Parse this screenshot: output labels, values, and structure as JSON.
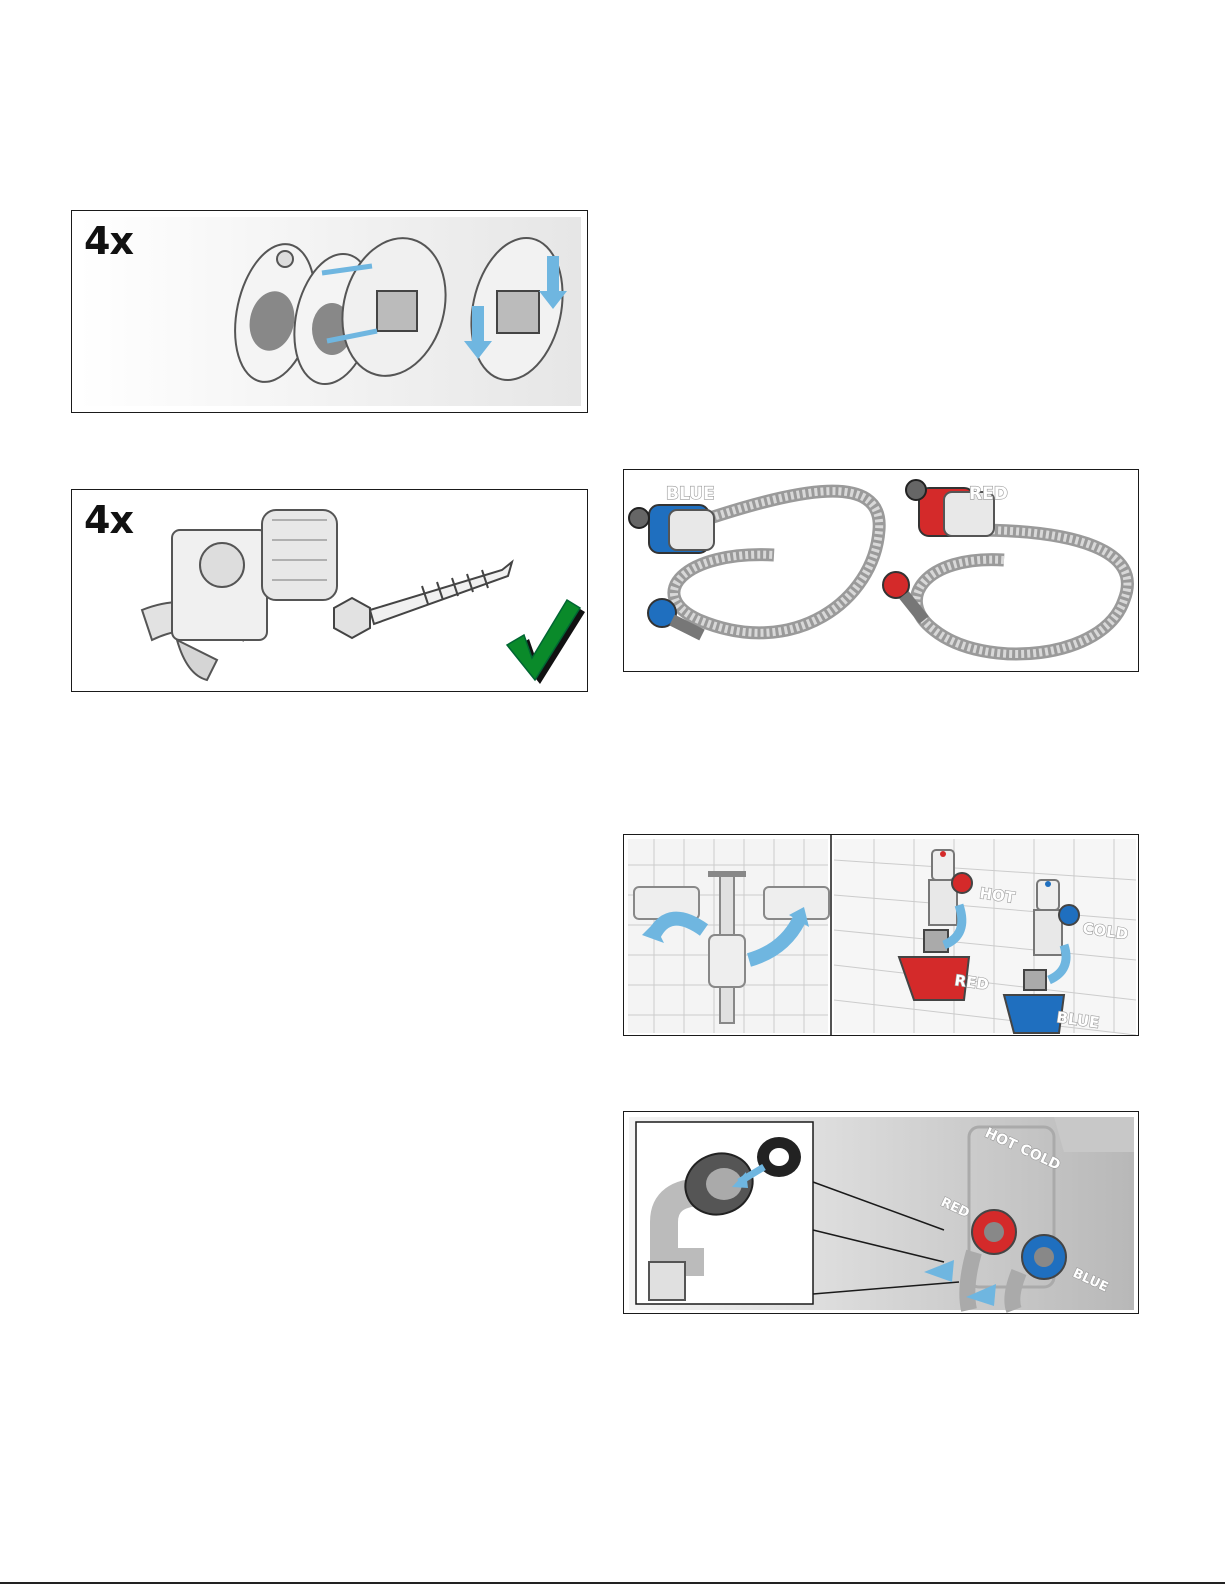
{
  "panels": {
    "wall_plates": {
      "count_label": "4x"
    },
    "fixings": {
      "count_label": "4x",
      "check_icon": "checkmark-icon",
      "check_color": "#0a8a2a"
    },
    "hoses": {
      "blue_label": "BLUE",
      "red_label": "RED"
    },
    "taps": {
      "hot_label": "HOT",
      "cold_label": "COLD",
      "red_label": "RED",
      "blue_label": "BLUE"
    },
    "machine_inlet": {
      "hot_label": "HOT",
      "cold_label": "COLD",
      "red_label": "RED",
      "blue_label": "BLUE"
    }
  },
  "colors": {
    "arrow": "#6fb6e0",
    "hose_blue": "#1f6fbf",
    "hose_red": "#d42a2a",
    "frame": "#1a1a1a"
  }
}
